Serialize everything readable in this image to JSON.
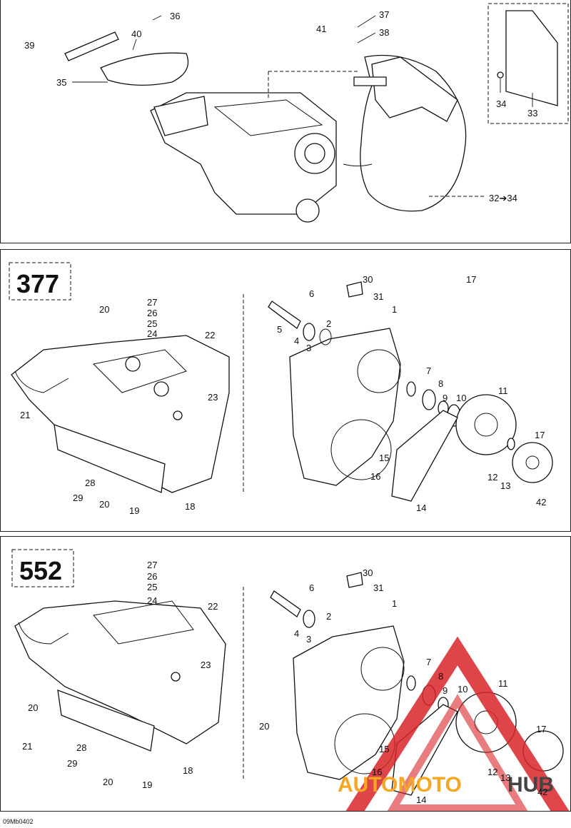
{
  "diagram_code": "09Mb0402",
  "sections": {
    "top": {
      "labels": [
        "36",
        "39",
        "40",
        "35",
        "41",
        "37",
        "38",
        "34",
        "33",
        "32➔34"
      ]
    },
    "engine_377": {
      "badge": "377",
      "labels": [
        "30",
        "31",
        "6",
        "17",
        "20",
        "27",
        "26",
        "25",
        "24",
        "22",
        "5",
        "4",
        "2",
        "3",
        "1",
        "23",
        "21",
        "7",
        "8",
        "9",
        "10",
        "11",
        "17",
        "15",
        "16",
        "12",
        "13",
        "42",
        "14",
        "28",
        "29",
        "20",
        "19",
        "18"
      ]
    },
    "engine_552": {
      "badge": "552",
      "labels": [
        "27",
        "26",
        "25",
        "24",
        "22",
        "30",
        "31",
        "6",
        "1",
        "2",
        "4",
        "3",
        "23",
        "20",
        "20",
        "21",
        "28",
        "29",
        "20",
        "19",
        "18",
        "7",
        "8",
        "9",
        "10",
        "11",
        "17",
        "15",
        "16",
        "12",
        "13",
        "42",
        "14"
      ]
    }
  },
  "watermark": {
    "text_colored": "AUTOMOTO",
    "text_dark": "HUB",
    "color_red": "#d9252a",
    "color_orange": "#f5a623",
    "color_dark": "#444444"
  }
}
